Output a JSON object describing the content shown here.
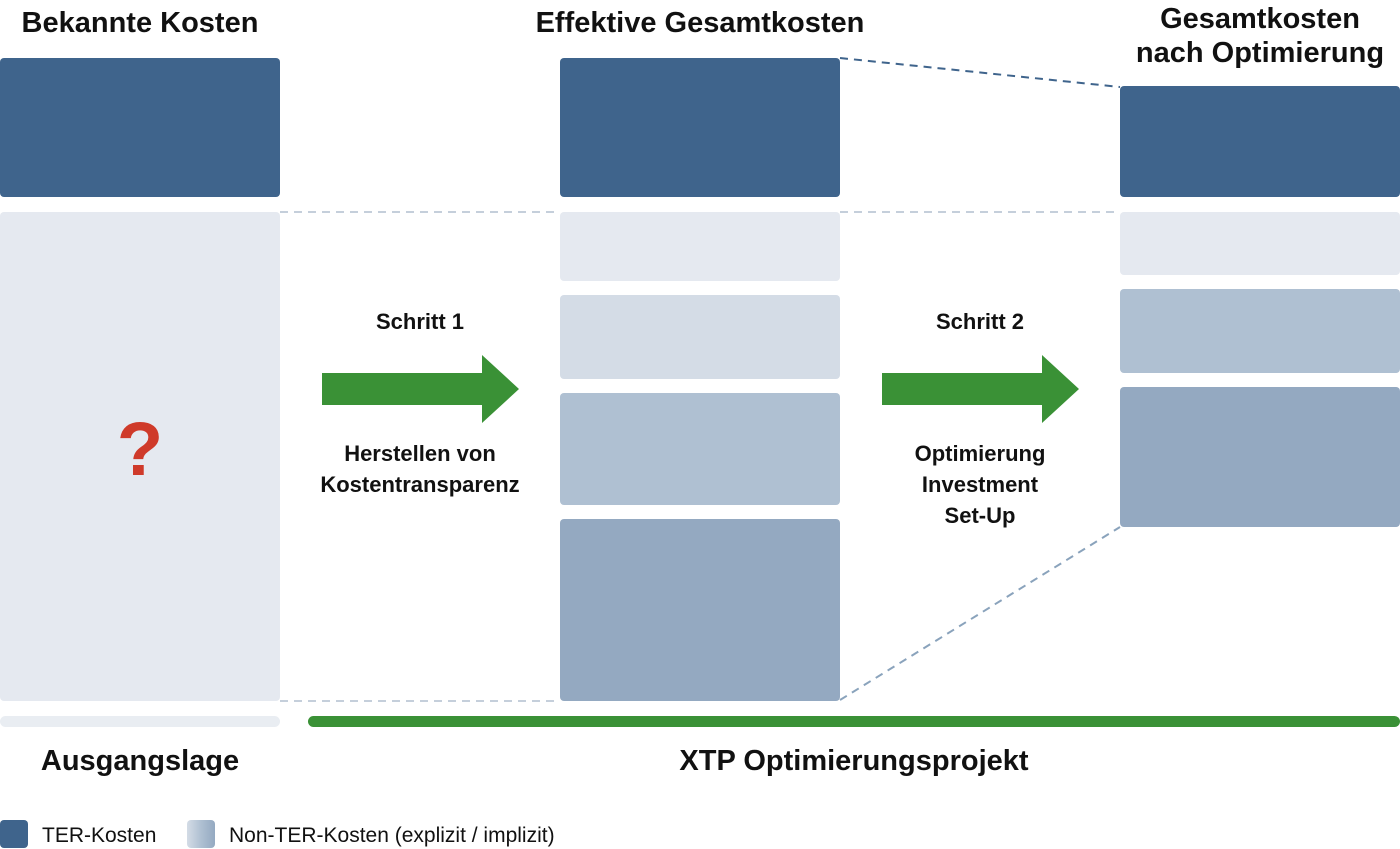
{
  "columns": {
    "known": {
      "title": "Bekannte Kosten",
      "question_mark": "?"
    },
    "effective": {
      "title": "Effektive Gesamtkosten"
    },
    "optimized": {
      "title_line1": "Gesamtkosten",
      "title_line2": "nach Optimierung"
    }
  },
  "steps": [
    {
      "label": "Schritt 1",
      "desc_line1": "Herstellen von",
      "desc_line2": "Kostentransparenz"
    },
    {
      "label": "Schritt 2",
      "desc_line1": "Optimierung",
      "desc_line2": "Investment",
      "desc_line3": "Set-Up"
    }
  ],
  "footer": {
    "left_label": "Ausgangslage",
    "right_label": "XTP Optimierungsprojekt"
  },
  "legend": {
    "ter_label": "TER-Kosten",
    "non_ter_label": "Non-TER-Kosten (explizit / implizit)"
  },
  "colors": {
    "ter": "#3f648c",
    "non_ter_light": "#e5e9f0",
    "non_ter_mid": "#d4dce6",
    "non_ter_medium": "#afc0d2",
    "non_ter_dark": "#94a9c1",
    "arrow_green": "#3a9136",
    "question_red": "#cf3a2a"
  }
}
